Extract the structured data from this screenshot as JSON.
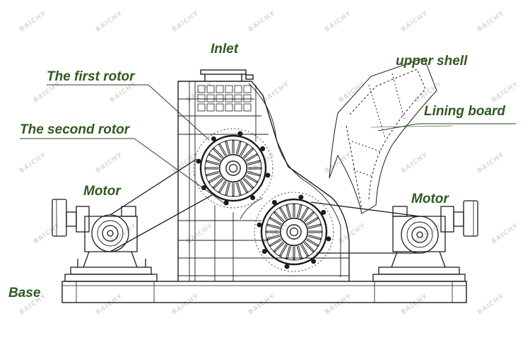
{
  "colors": {
    "label": "#2e5a1f",
    "line": "#1c1c1c",
    "leader": "#1e4a12",
    "watermark": "#d9d9d9"
  },
  "labels": {
    "inlet": "Inlet",
    "upper_shell": "upper shell",
    "first_rotor": "The first rotor",
    "lining_board": "Lining board",
    "second_rotor": "The second rotor",
    "motor_left": "Motor",
    "motor_right": "Motor",
    "base": "Base"
  },
  "watermark": {
    "text": "BAICHY"
  }
}
